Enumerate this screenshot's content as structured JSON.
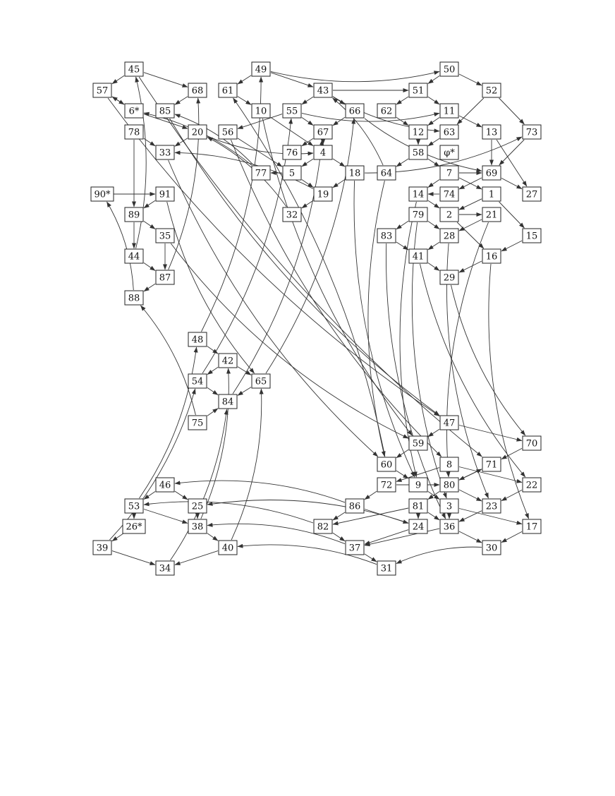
{
  "diagram": {
    "style": {
      "line_color": "#333333",
      "box_stroke": "#222222",
      "text_color": "#111111",
      "background": "#ffffff"
    },
    "nodes": [
      {
        "id": "45",
        "label": "45"
      },
      {
        "id": "49",
        "label": "49"
      },
      {
        "id": "50",
        "label": "50"
      },
      {
        "id": "57",
        "label": "57"
      },
      {
        "id": "68",
        "label": "68"
      },
      {
        "id": "61",
        "label": "61"
      },
      {
        "id": "43",
        "label": "43"
      },
      {
        "id": "51",
        "label": "51"
      },
      {
        "id": "52",
        "label": "52"
      },
      {
        "id": "6",
        "label": "6*"
      },
      {
        "id": "85",
        "label": "85"
      },
      {
        "id": "10",
        "label": "10"
      },
      {
        "id": "55",
        "label": "55"
      },
      {
        "id": "66",
        "label": "66"
      },
      {
        "id": "62",
        "label": "62"
      },
      {
        "id": "11",
        "label": "11"
      },
      {
        "id": "78",
        "label": "78"
      },
      {
        "id": "20",
        "label": "20"
      },
      {
        "id": "56",
        "label": "56"
      },
      {
        "id": "67",
        "label": "67"
      },
      {
        "id": "12",
        "label": "12"
      },
      {
        "id": "63",
        "label": "63"
      },
      {
        "id": "13",
        "label": "13"
      },
      {
        "id": "73",
        "label": "73"
      },
      {
        "id": "33",
        "label": "33"
      },
      {
        "id": "76",
        "label": "76"
      },
      {
        "id": "4",
        "label": "4"
      },
      {
        "id": "58",
        "label": "58"
      },
      {
        "id": "phi",
        "label": "φ*"
      },
      {
        "id": "77",
        "label": "77"
      },
      {
        "id": "5",
        "label": "5"
      },
      {
        "id": "18",
        "label": "18"
      },
      {
        "id": "64",
        "label": "64"
      },
      {
        "id": "7",
        "label": "7"
      },
      {
        "id": "69",
        "label": "69"
      },
      {
        "id": "90",
        "label": "90*"
      },
      {
        "id": "91",
        "label": "91"
      },
      {
        "id": "19",
        "label": "19"
      },
      {
        "id": "14",
        "label": "14"
      },
      {
        "id": "74",
        "label": "74"
      },
      {
        "id": "1",
        "label": "1"
      },
      {
        "id": "27",
        "label": "27"
      },
      {
        "id": "89",
        "label": "89"
      },
      {
        "id": "32",
        "label": "32"
      },
      {
        "id": "79",
        "label": "79"
      },
      {
        "id": "2",
        "label": "2"
      },
      {
        "id": "21",
        "label": "21"
      },
      {
        "id": "35",
        "label": "35"
      },
      {
        "id": "83",
        "label": "83"
      },
      {
        "id": "28",
        "label": "28"
      },
      {
        "id": "15",
        "label": "15"
      },
      {
        "id": "44",
        "label": "44"
      },
      {
        "id": "41",
        "label": "41"
      },
      {
        "id": "16",
        "label": "16"
      },
      {
        "id": "87",
        "label": "87"
      },
      {
        "id": "29",
        "label": "29"
      },
      {
        "id": "88",
        "label": "88"
      },
      {
        "id": "48",
        "label": "48"
      },
      {
        "id": "42",
        "label": "42"
      },
      {
        "id": "54",
        "label": "54"
      },
      {
        "id": "65",
        "label": "65"
      },
      {
        "id": "84",
        "label": "84"
      },
      {
        "id": "75",
        "label": "75"
      },
      {
        "id": "47",
        "label": "47"
      },
      {
        "id": "59",
        "label": "59"
      },
      {
        "id": "70",
        "label": "70"
      },
      {
        "id": "60",
        "label": "60"
      },
      {
        "id": "8",
        "label": "8"
      },
      {
        "id": "71",
        "label": "71"
      },
      {
        "id": "46",
        "label": "46"
      },
      {
        "id": "72",
        "label": "72"
      },
      {
        "id": "9",
        "label": "9"
      },
      {
        "id": "80",
        "label": "80"
      },
      {
        "id": "22",
        "label": "22"
      },
      {
        "id": "53",
        "label": "53"
      },
      {
        "id": "25",
        "label": "25"
      },
      {
        "id": "86",
        "label": "86"
      },
      {
        "id": "81",
        "label": "81"
      },
      {
        "id": "3",
        "label": "3"
      },
      {
        "id": "23",
        "label": "23"
      },
      {
        "id": "26",
        "label": "26*"
      },
      {
        "id": "82",
        "label": "82"
      },
      {
        "id": "24",
        "label": "24"
      },
      {
        "id": "36",
        "label": "36"
      },
      {
        "id": "17",
        "label": "17"
      },
      {
        "id": "38",
        "label": "38"
      },
      {
        "id": "39",
        "label": "39"
      },
      {
        "id": "40",
        "label": "40"
      },
      {
        "id": "37",
        "label": "37"
      },
      {
        "id": "30",
        "label": "30"
      },
      {
        "id": "34",
        "label": "34"
      },
      {
        "id": "31",
        "label": "31"
      }
    ],
    "edges": [
      [
        "45",
        "57"
      ],
      [
        "45",
        "68"
      ],
      [
        "49",
        "61"
      ],
      [
        "49",
        "43"
      ],
      [
        "49",
        "50"
      ],
      [
        "50",
        "51"
      ],
      [
        "50",
        "52"
      ],
      [
        "43",
        "51"
      ],
      [
        "61",
        "10"
      ],
      [
        "51",
        "62"
      ],
      [
        "51",
        "11"
      ],
      [
        "43",
        "55"
      ],
      [
        "43",
        "66"
      ],
      [
        "43",
        "63"
      ],
      [
        "52",
        "63"
      ],
      [
        "52",
        "73"
      ],
      [
        "57",
        "6"
      ],
      [
        "68",
        "85"
      ],
      [
        "55",
        "56"
      ],
      [
        "55",
        "67"
      ],
      [
        "55",
        "11"
      ],
      [
        "62",
        "12"
      ],
      [
        "11",
        "12"
      ],
      [
        "11",
        "13"
      ],
      [
        "6",
        "20"
      ],
      [
        "6",
        "57"
      ],
      [
        "10",
        "4"
      ],
      [
        "66",
        "67"
      ],
      [
        "66",
        "69"
      ],
      [
        "78",
        "33"
      ],
      [
        "78",
        "89"
      ],
      [
        "20",
        "33"
      ],
      [
        "20",
        "4"
      ],
      [
        "56",
        "5"
      ],
      [
        "67",
        "76"
      ],
      [
        "67",
        "4"
      ],
      [
        "12",
        "58"
      ],
      [
        "63",
        "58"
      ],
      [
        "13",
        "69"
      ],
      [
        "13",
        "27"
      ],
      [
        "73",
        "69"
      ],
      [
        "4",
        "5"
      ],
      [
        "4",
        "18"
      ],
      [
        "58",
        "64"
      ],
      [
        "58",
        "7"
      ],
      [
        "7",
        "69"
      ],
      [
        "7",
        "14"
      ],
      [
        "7",
        "1"
      ],
      [
        "69",
        "74"
      ],
      [
        "69",
        "27"
      ],
      [
        "91",
        "89"
      ],
      [
        "90",
        "91"
      ],
      [
        "77",
        "6"
      ],
      [
        "5",
        "77"
      ],
      [
        "5",
        "19"
      ],
      [
        "18",
        "19"
      ],
      [
        "18",
        "73"
      ],
      [
        "19",
        "33"
      ],
      [
        "19",
        "32"
      ],
      [
        "14",
        "2"
      ],
      [
        "74",
        "14"
      ],
      [
        "1",
        "2"
      ],
      [
        "1",
        "15"
      ],
      [
        "89",
        "35"
      ],
      [
        "89",
        "44"
      ],
      [
        "2",
        "21"
      ],
      [
        "2",
        "16"
      ],
      [
        "21",
        "28"
      ],
      [
        "79",
        "83"
      ],
      [
        "79",
        "28"
      ],
      [
        "35",
        "87"
      ],
      [
        "28",
        "41"
      ],
      [
        "83",
        "41"
      ],
      [
        "15",
        "16"
      ],
      [
        "44",
        "87"
      ],
      [
        "41",
        "29"
      ],
      [
        "16",
        "29"
      ],
      [
        "87",
        "88"
      ],
      [
        "48",
        "42"
      ],
      [
        "42",
        "54"
      ],
      [
        "42",
        "65"
      ],
      [
        "54",
        "84"
      ],
      [
        "65",
        "84"
      ],
      [
        "75",
        "84"
      ],
      [
        "47",
        "59"
      ],
      [
        "47",
        "70"
      ],
      [
        "59",
        "60"
      ],
      [
        "70",
        "71"
      ],
      [
        "60",
        "9"
      ],
      [
        "8",
        "72"
      ],
      [
        "71",
        "80"
      ],
      [
        "46",
        "53"
      ],
      [
        "46",
        "25"
      ],
      [
        "72",
        "86"
      ],
      [
        "9",
        "3"
      ],
      [
        "80",
        "81"
      ],
      [
        "80",
        "23"
      ],
      [
        "53",
        "26"
      ],
      [
        "53",
        "38"
      ],
      [
        "25",
        "38"
      ],
      [
        "86",
        "82"
      ],
      [
        "86",
        "24"
      ],
      [
        "81",
        "24"
      ],
      [
        "81",
        "36"
      ],
      [
        "3",
        "36"
      ],
      [
        "3",
        "17"
      ],
      [
        "23",
        "36"
      ],
      [
        "22",
        "23"
      ],
      [
        "26",
        "39"
      ],
      [
        "82",
        "37"
      ],
      [
        "24",
        "37"
      ],
      [
        "36",
        "30"
      ],
      [
        "17",
        "30"
      ],
      [
        "38",
        "40"
      ],
      [
        "37",
        "38"
      ],
      [
        "37",
        "31"
      ],
      [
        "39",
        "34"
      ],
      [
        "40",
        "34"
      ],
      [
        "31",
        "40"
      ],
      [
        "30",
        "31"
      ],
      [
        "34",
        "84"
      ],
      [
        "39",
        "54"
      ],
      [
        "53",
        "48"
      ],
      [
        "75",
        "88"
      ],
      [
        "88",
        "90"
      ],
      [
        "44",
        "45"
      ],
      [
        "48",
        "49"
      ],
      [
        "87",
        "68"
      ],
      [
        "40",
        "65"
      ],
      [
        "38",
        "42"
      ],
      [
        "54",
        "55"
      ],
      [
        "65",
        "66"
      ],
      [
        "84",
        "67"
      ],
      [
        "32",
        "20"
      ],
      [
        "77",
        "85"
      ],
      [
        "8",
        "22"
      ],
      [
        "80",
        "71"
      ],
      [
        "81",
        "82"
      ],
      [
        "36",
        "37"
      ],
      [
        "60",
        "61"
      ],
      [
        "10",
        "59"
      ],
      [
        "56",
        "8"
      ],
      [
        "45",
        "71"
      ],
      [
        "91",
        "65"
      ],
      [
        "33",
        "60"
      ],
      [
        "18",
        "9"
      ],
      [
        "35",
        "59"
      ],
      [
        "57",
        "47"
      ],
      [
        "64",
        "60"
      ],
      [
        "14",
        "9"
      ],
      [
        "16",
        "17"
      ],
      [
        "79",
        "3"
      ],
      [
        "83",
        "36"
      ],
      [
        "29",
        "70"
      ],
      [
        "28",
        "23"
      ],
      [
        "41",
        "22"
      ],
      [
        "85",
        "47"
      ],
      [
        "21",
        "80"
      ],
      [
        "64",
        "43"
      ],
      [
        "86",
        "46"
      ],
      [
        "82",
        "53"
      ],
      [
        "24",
        "25"
      ],
      [
        "72",
        "80"
      ]
    ]
  }
}
